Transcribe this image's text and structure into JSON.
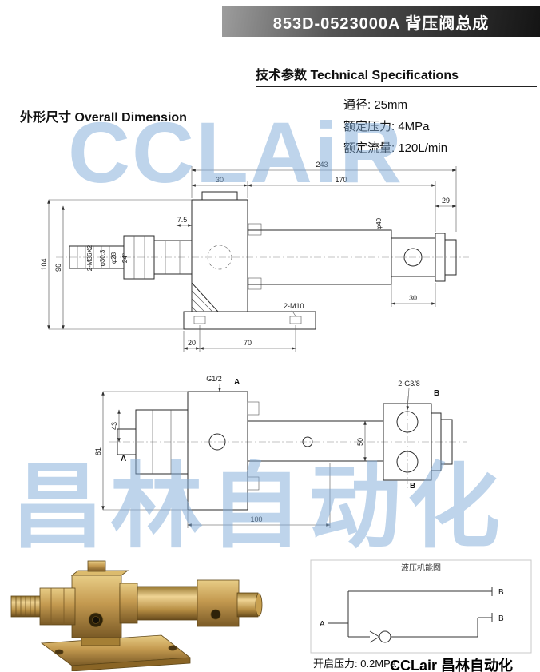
{
  "banner": {
    "title": "853D-0523000A  背压阀总成"
  },
  "headings": {
    "tech": "技术参数 Technical Specifications",
    "overall": "外形尺寸 Overall Dimension"
  },
  "specs": [
    {
      "text": "通径: 25mm"
    },
    {
      "text": "额定压力: 4MPa"
    },
    {
      "text": "额定流量: 120L/min"
    }
  ],
  "watermarks": {
    "center": "CCLAiR",
    "bottom": "昌林自动化"
  },
  "drawing1": {
    "d243": "243",
    "d30_top": "30",
    "d170": "170",
    "d29": "29",
    "d75": "7.5",
    "thread_spec": "2-M36X2",
    "dia_303": "φ30.3",
    "dia_28": "φ28",
    "angle_24": "24°",
    "dia_40": "φ40",
    "d104": "104",
    "d96": "96",
    "d30_right": "30",
    "m10": "2-M10",
    "d20": "20",
    "d70": "70"
  },
  "drawing2": {
    "g12": "G1/2",
    "a_port": "A",
    "g38": "2-G3/8",
    "b_port_top": "B",
    "d43": "43",
    "d81": "81",
    "d50": "50",
    "d100": "100",
    "a_side": "A",
    "b_side": "B"
  },
  "hydraulic": {
    "title": "液压机能图",
    "a": "A",
    "b1": "B",
    "b2": "B",
    "pressure": "开启压力: 0.2MPa"
  },
  "footer": {
    "brand": "CCLair 昌林自动化"
  }
}
